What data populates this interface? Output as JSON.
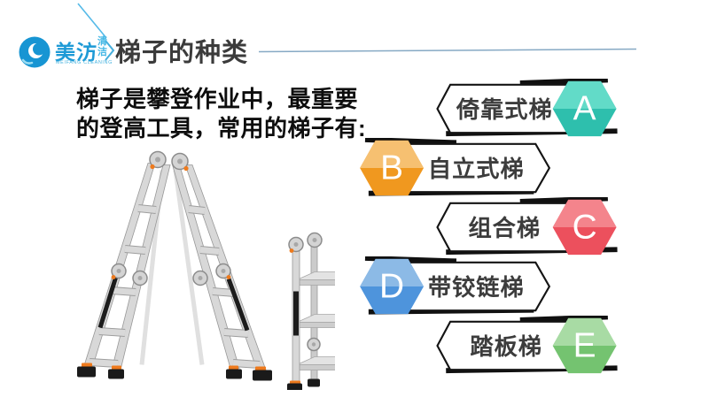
{
  "logo": {
    "brand": "美汸",
    "suffix": "清洁",
    "tagline": "MEIFANG CLEANING"
  },
  "header": {
    "title": "梯子的种类"
  },
  "intro": {
    "line1": "梯子是攀登作业中，最重要",
    "line2": "的登高工具，常用的梯子有:"
  },
  "ladder_types": [
    {
      "letter": "A",
      "label": "倚靠式梯",
      "color_light": "#62dbc8",
      "color_dark": "#2ebfad",
      "side": "right"
    },
    {
      "letter": "B",
      "label": "自立式梯",
      "color_light": "#f6c071",
      "color_dark": "#f0981f",
      "side": "left"
    },
    {
      "letter": "C",
      "label": "组合梯",
      "color_light": "#f4848c",
      "color_dark": "#ec505d",
      "side": "right"
    },
    {
      "letter": "D",
      "label": "带铰链梯",
      "color_light": "#8cbae6",
      "color_dark": "#4e94dc",
      "side": "left"
    },
    {
      "letter": "E",
      "label": "踏板梯",
      "color_light": "#a8dba4",
      "color_dark": "#74c370",
      "side": "right"
    }
  ],
  "colors": {
    "logo_blue": "#1795d3",
    "brand_text_blue": "#1e9ad6",
    "sky_blue": "#55bae8",
    "chevron_blue": "#45aedc",
    "divider_blue": "#86a9c4",
    "banner_outline": "#141414",
    "title_gray": "#3b3b3b"
  }
}
